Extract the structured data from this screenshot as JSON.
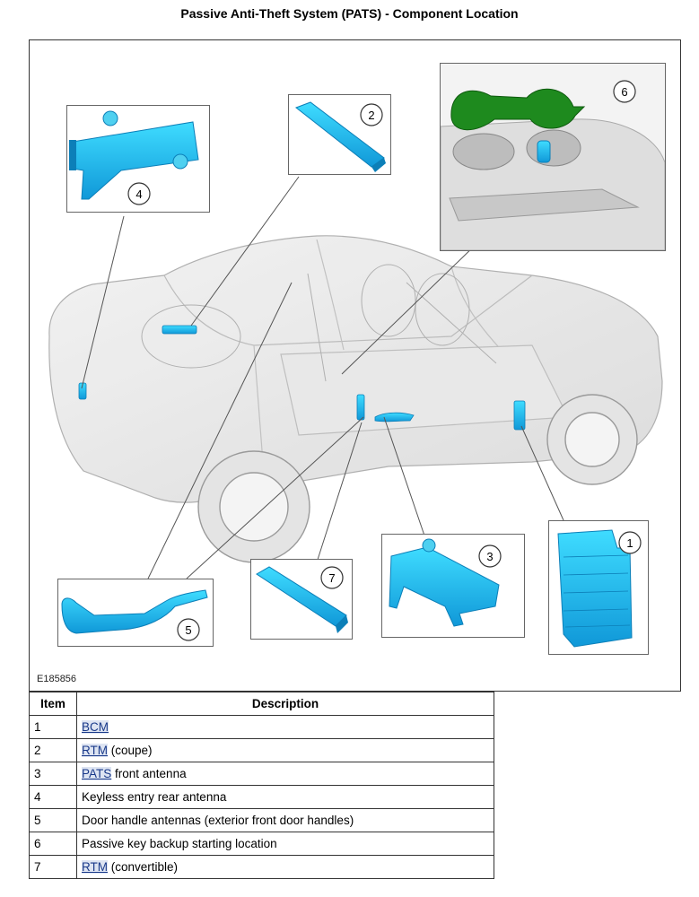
{
  "page": {
    "title": "Passive Anti-Theft System (PATS) - Component Location"
  },
  "figure": {
    "id": "E185856",
    "callouts": [
      "1",
      "2",
      "3",
      "4",
      "5",
      "6",
      "7"
    ]
  },
  "table": {
    "headers": {
      "item": "Item",
      "description": "Description"
    },
    "rows": [
      {
        "item": "1",
        "abbr": "BCM",
        "rest": ""
      },
      {
        "item": "2",
        "abbr": "RTM",
        "rest": " (coupe)"
      },
      {
        "item": "3",
        "abbr": "PATS",
        "rest": " front antenna"
      },
      {
        "item": "4",
        "abbr": "",
        "rest": "Keyless entry rear antenna"
      },
      {
        "item": "5",
        "abbr": "",
        "rest": "Door handle antennas (exterior front door handles)"
      },
      {
        "item": "6",
        "abbr": "",
        "rest": "Passive key backup starting location"
      },
      {
        "item": "7",
        "abbr": "RTM",
        "rest": " (convertible)"
      }
    ]
  },
  "colors": {
    "component": "#1ec8f0",
    "component_dark": "#0c7fb8",
    "backup_pocket": "#1e8a1e",
    "car_outline": "#9a9a9a"
  }
}
